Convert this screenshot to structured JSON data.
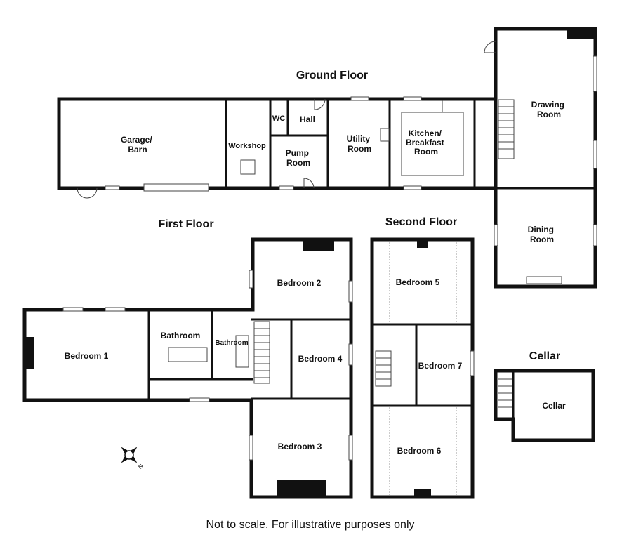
{
  "floors": {
    "ground": {
      "title": "Ground Floor",
      "rooms": {
        "garage": [
          "Garage/",
          "Barn"
        ],
        "workshop": "Workshop",
        "wc": "WC",
        "hall": "Hall",
        "pump": [
          "Pump",
          "Room"
        ],
        "utility": [
          "Utility",
          "Room"
        ],
        "kitchen": [
          "Kitchen/",
          "Breakfast",
          "Room"
        ],
        "drawing": [
          "Drawing",
          "Room"
        ],
        "dining": [
          "Dining",
          "Room"
        ]
      }
    },
    "first": {
      "title": "First Floor",
      "rooms": {
        "bedroom1": "Bedroom 1",
        "bathroom1": "Bathroom",
        "bathroom2": "Bathroom",
        "bedroom2": "Bedroom 2",
        "bedroom4": "Bedroom 4",
        "bedroom3": "Bedroom 3"
      }
    },
    "second": {
      "title": "Second Floor",
      "rooms": {
        "bedroom5": "Bedroom 5",
        "bedroom7": "Bedroom 7",
        "bedroom6": "Bedroom 6"
      }
    },
    "cellar": {
      "title": "Cellar",
      "rooms": {
        "cellar": "Cellar"
      }
    }
  },
  "compass_label": "N",
  "footer": "Not to scale. For illustrative purposes only"
}
